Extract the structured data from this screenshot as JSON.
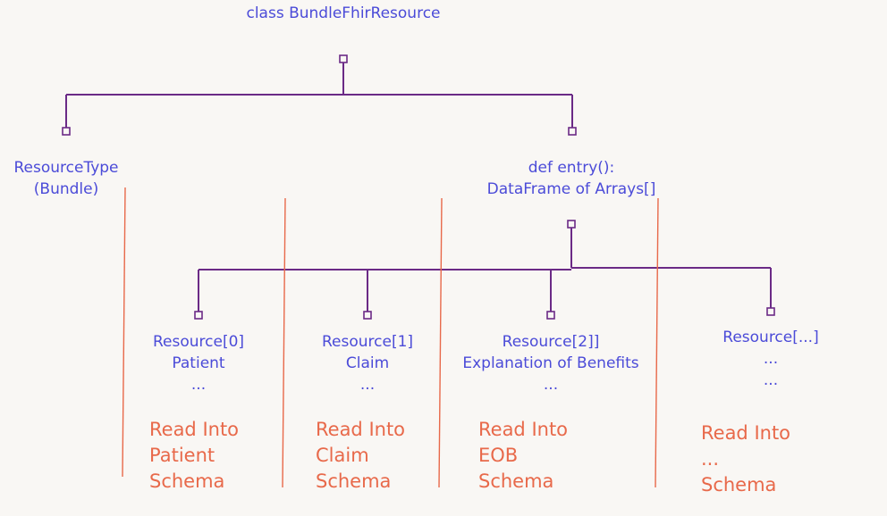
{
  "root_label": "class BundleFhirResource",
  "resource_type": {
    "line1": "ResourceType",
    "line2": "(Bundle)"
  },
  "entry": {
    "line1": "def entry():",
    "line2": "DataFrame of Arrays[]"
  },
  "resources": [
    {
      "line1": "Resource[0]",
      "line2": "Patient",
      "line3": "..."
    },
    {
      "line1": "Resource[1]",
      "line2": "Claim",
      "line3": "..."
    },
    {
      "line1": "Resource[2]]",
      "line2": "Explanation of Benefits",
      "line3": "..."
    },
    {
      "line1": "Resource[...]",
      "line2": "...",
      "line3": "..."
    }
  ],
  "notes": [
    {
      "line1": "Read Into",
      "line2": "Patient",
      "line3": "Schema"
    },
    {
      "line1": "Read Into",
      "line2": "Claim",
      "line3": "Schema"
    },
    {
      "line1": "Read Into",
      "line2": "EOB",
      "line3": "Schema"
    },
    {
      "line1": "Read Into",
      "line2": "...",
      "line3": "Schema"
    }
  ],
  "colors": {
    "background": "#f9f7f4",
    "tree_line": "#6b2a86",
    "label_text": "#4b4bd8",
    "note_text": "#e8694a",
    "separator": "#e8694a"
  }
}
